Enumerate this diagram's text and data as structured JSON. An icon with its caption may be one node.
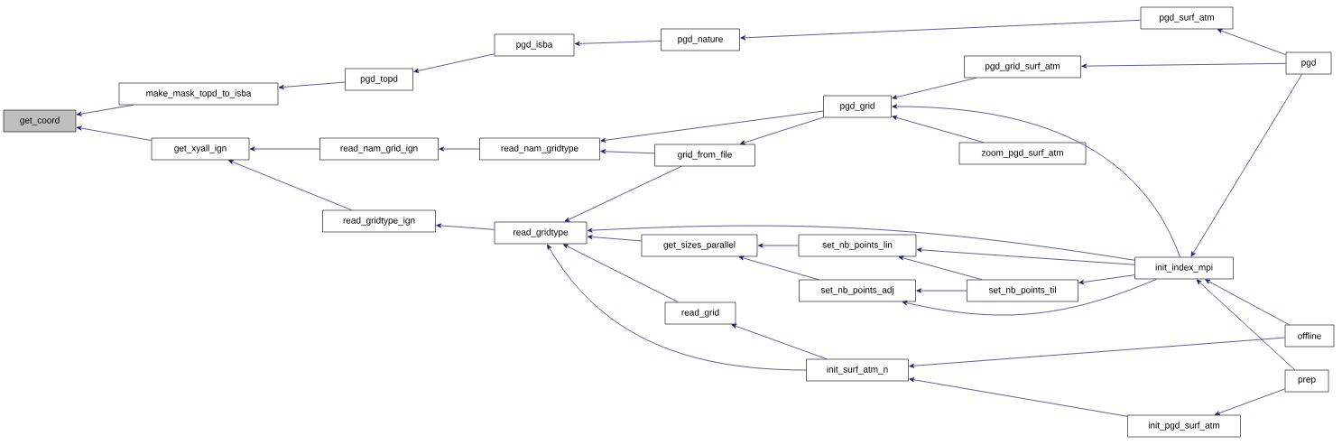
{
  "diagram": {
    "nodes": [
      {
        "text": [
          "get_coord"
        ]
      },
      {
        "text": [
          "make_mask_topd_to_isba"
        ]
      },
      {
        "text": [
          "get_xyall_ign"
        ]
      },
      {
        "text": [
          "pgd_topd"
        ]
      },
      {
        "text": [
          "read_nam_grid_ign"
        ]
      },
      {
        "text": [
          "read_gridtype_ign"
        ]
      },
      {
        "text": [
          "pgd_isba"
        ]
      },
      {
        "text": [
          "read_nam_gridtype"
        ]
      },
      {
        "text": [
          "read_gridtype"
        ]
      },
      {
        "text": [
          "pgd_nature"
        ]
      },
      {
        "text": [
          "pgd_grid"
        ]
      },
      {
        "text": [
          "grid_from_file"
        ]
      },
      {
        "text": [
          "get_sizes_parallel"
        ]
      },
      {
        "text": [
          "read_grid"
        ]
      },
      {
        "text": [
          "pgd_surf_atm"
        ]
      },
      {
        "text": [
          "pgd_grid_surf_atm"
        ]
      },
      {
        "text": [
          "zoom_pgd_surf_atm"
        ]
      },
      {
        "text": [
          "set_nb_points_lin"
        ]
      },
      {
        "text": [
          "set_nb_points_adj"
        ]
      },
      {
        "text": [
          "set_nb_points_til"
        ]
      },
      {
        "text": [
          "init_surf_atm_n"
        ]
      },
      {
        "text": [
          "init_index_mpi"
        ]
      },
      {
        "text": [
          "init_pgd_surf_atm"
        ]
      },
      {
        "text": [
          "pgd"
        ]
      },
      {
        "text": [
          "offline"
        ]
      },
      {
        "text": [
          "prep"
        ]
      }
    ],
    "edges": [
      {
        "from": 1,
        "to": 0,
        "arrow": "to"
      },
      {
        "from": 2,
        "to": 0,
        "arrow": "to"
      },
      {
        "from": 3,
        "to": 1,
        "arrow": "to"
      },
      {
        "from": 4,
        "to": 2,
        "arrow": "to"
      },
      {
        "from": 5,
        "to": 2,
        "arrow": "to"
      },
      {
        "from": 6,
        "to": 3,
        "arrow": "to"
      },
      {
        "from": 7,
        "to": 4,
        "arrow": "to"
      },
      {
        "from": 8,
        "to": 5,
        "arrow": "to"
      },
      {
        "from": 9,
        "to": 6,
        "arrow": "to"
      },
      {
        "from": 10,
        "to": 7,
        "arrow": "to"
      },
      {
        "from": 11,
        "to": 7,
        "arrow": "to"
      },
      {
        "from": 11,
        "to": 8,
        "arrow": "to"
      },
      {
        "from": 14,
        "to": 9,
        "arrow": "to"
      },
      {
        "from": 15,
        "to": 10,
        "arrow": "to"
      },
      {
        "from": 16,
        "to": 10,
        "arrow": "to"
      },
      {
        "from": 21,
        "to": 10,
        "arrow": "to"
      },
      {
        "from": 10,
        "to": 11,
        "arrow": "to"
      },
      {
        "from": 12,
        "to": 8,
        "arrow": "to"
      },
      {
        "from": 13,
        "to": 8,
        "arrow": "to"
      },
      {
        "from": 20,
        "to": 8,
        "arrow": "to"
      },
      {
        "from": 21,
        "to": 8,
        "arrow": "to"
      },
      {
        "from": 17,
        "to": 12,
        "arrow": "to"
      },
      {
        "from": 18,
        "to": 12,
        "arrow": "to"
      },
      {
        "from": 20,
        "to": 13,
        "arrow": "to"
      },
      {
        "from": 21,
        "to": 17,
        "arrow": "to"
      },
      {
        "from": 19,
        "to": 17,
        "arrow": "to"
      },
      {
        "from": 19,
        "to": 18,
        "arrow": "to"
      },
      {
        "from": 21,
        "to": 18,
        "arrow": "to"
      },
      {
        "from": 21,
        "to": 19,
        "arrow": "to"
      },
      {
        "from": 23,
        "to": 14,
        "arrow": "to"
      },
      {
        "from": 23,
        "to": 15,
        "arrow": "to"
      },
      {
        "from": 23,
        "to": 21,
        "arrow": "to"
      },
      {
        "from": 24,
        "to": 21,
        "arrow": "to"
      },
      {
        "from": 25,
        "to": 21,
        "arrow": "to"
      },
      {
        "from": 24,
        "to": 20,
        "arrow": "to"
      },
      {
        "from": 22,
        "to": 20,
        "arrow": "to"
      },
      {
        "from": 25,
        "to": 22,
        "arrow": "to"
      }
    ]
  }
}
